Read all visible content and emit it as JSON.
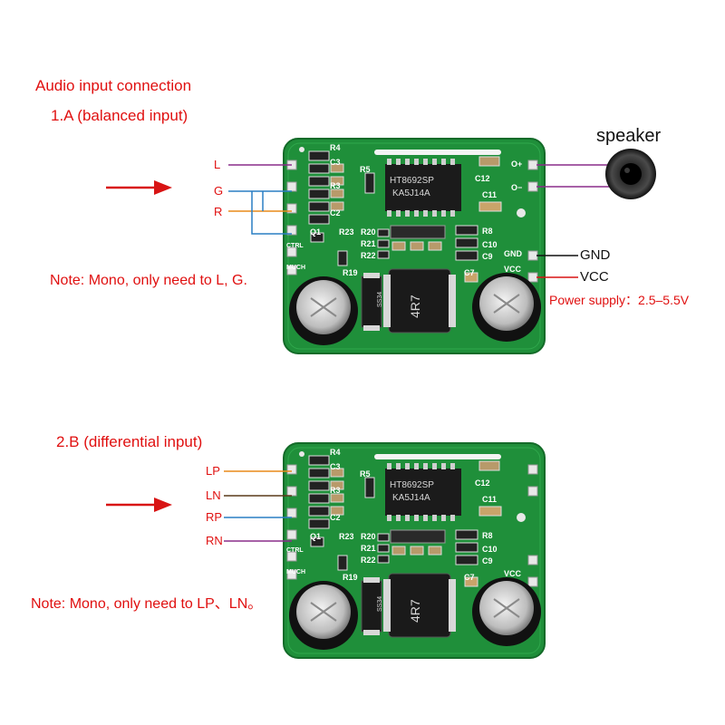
{
  "colors": {
    "annotation_red": "#e01010",
    "pcb_green": "#1f8f3a",
    "pcb_dark": "#146b29",
    "wire_purple": "#8a2d8a",
    "wire_blue": "#2a7fc4",
    "wire_orange": "#e88a1a",
    "wire_brown": "#5a3a1a",
    "wire_black": "#111111",
    "arrow_red": "#d81414"
  },
  "section_a": {
    "title": "Audio input connection",
    "subtitle": "1.A (balanced input)",
    "pins": {
      "l": "L",
      "g": "G",
      "r": "R"
    },
    "note": "Note: Mono, only need to L, G.",
    "speaker_label": "speaker",
    "gnd_label": "GND",
    "vcc_label": "VCC",
    "power_supply": "Power supply：2.5–5.5V"
  },
  "section_b": {
    "subtitle": "2.B (differential input)",
    "pins": {
      "lp": "LP",
      "ln": "LN",
      "rp": "RP",
      "rn": "RN"
    },
    "note": "Note: Mono, only need to LP、LN。"
  },
  "board": {
    "chip_line1": "HT8692SP",
    "chip_line2": "KA5J14A",
    "inductor": "4R7",
    "diode": "SS34",
    "labels": {
      "r4": "R4",
      "c3": "C3",
      "r3": "R3",
      "c2": "C2",
      "r5": "R5",
      "c12": "C12",
      "c11": "C11",
      "r8": "R8",
      "c10": "C10",
      "c9": "C9",
      "r23": "R23",
      "r20": "R20",
      "r21": "R21",
      "r22": "R22",
      "r19": "R19",
      "c7": "C7",
      "q1": "Q1",
      "ctrl": "CTRL",
      "much": "MUCH",
      "gnd": "GND",
      "vcc": "VCC",
      "o_plus": "O+",
      "o_minus": "O−"
    }
  }
}
